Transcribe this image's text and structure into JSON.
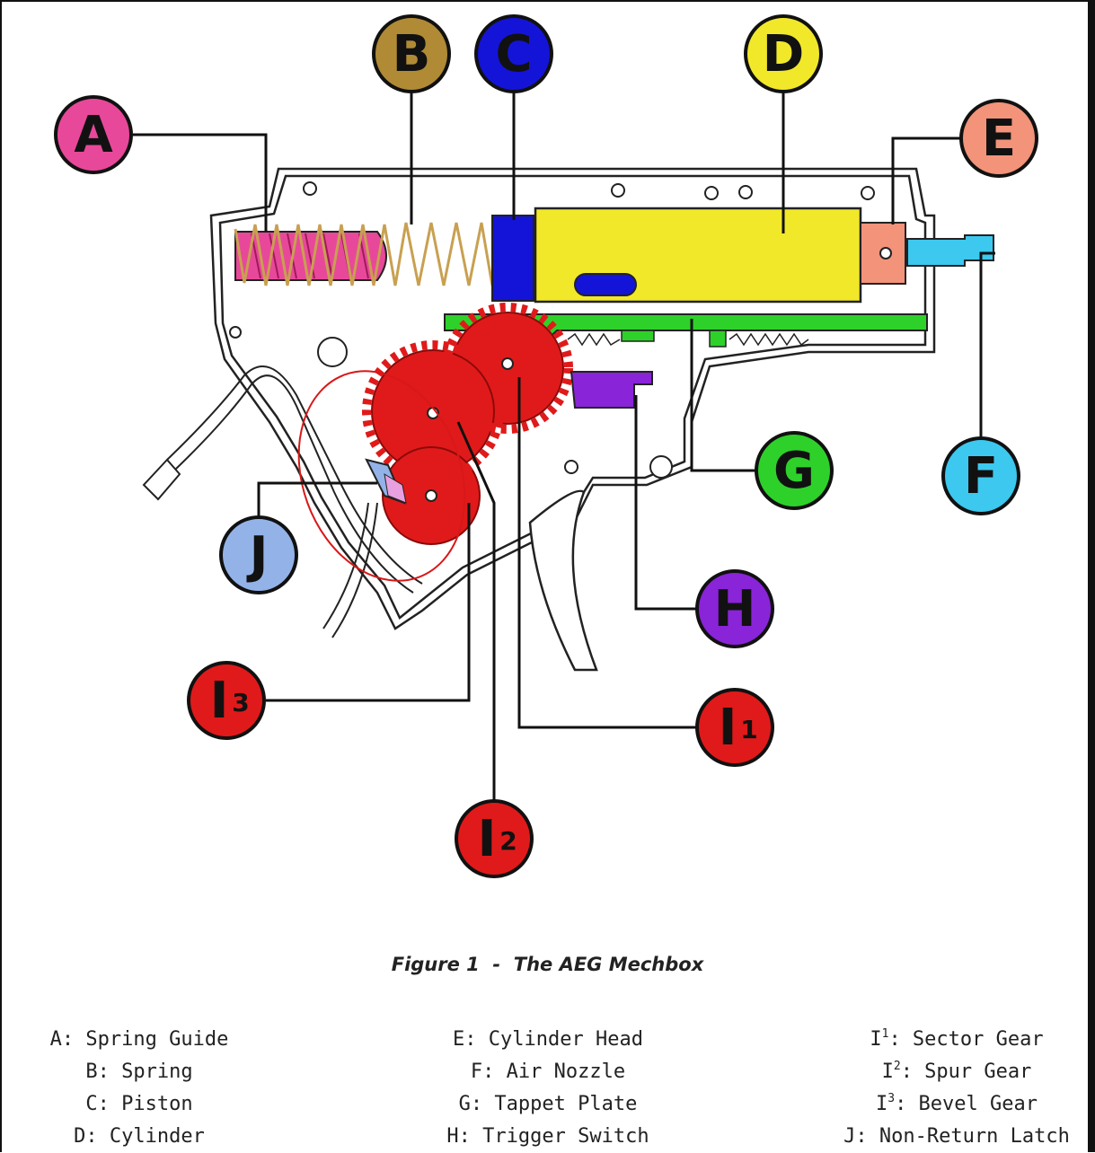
{
  "figure": {
    "caption": "Figure 1  -  The AEG Mechbox"
  },
  "callouts": [
    {
      "id": "A",
      "letter": "A",
      "sub": "",
      "color": "#e8489a"
    },
    {
      "id": "B",
      "letter": "B",
      "sub": "",
      "color": "#b08a35"
    },
    {
      "id": "C",
      "letter": "C",
      "sub": "",
      "color": "#1414d8"
    },
    {
      "id": "D",
      "letter": "D",
      "sub": "",
      "color": "#f2e82a"
    },
    {
      "id": "E",
      "letter": "E",
      "sub": "",
      "color": "#f2937a"
    },
    {
      "id": "F",
      "letter": "F",
      "sub": "",
      "color": "#3cc8ef"
    },
    {
      "id": "G",
      "letter": "G",
      "sub": "",
      "color": "#2ed12a"
    },
    {
      "id": "H",
      "letter": "H",
      "sub": "",
      "color": "#8a24d8"
    },
    {
      "id": "I1",
      "letter": "I",
      "sub": "1",
      "color": "#e01a1a"
    },
    {
      "id": "I2",
      "letter": "I",
      "sub": "2",
      "color": "#e01a1a"
    },
    {
      "id": "I3",
      "letter": "I",
      "sub": "3",
      "color": "#e01a1a"
    },
    {
      "id": "J",
      "letter": "J",
      "sub": "",
      "color": "#93b3e8"
    }
  ],
  "legend": {
    "col1": [
      "A: Spring Guide",
      "B: Spring",
      "C: Piston",
      "D: Cylinder"
    ],
    "col2": [
      "E: Cylinder Head",
      "F: Air Nozzle",
      "G: Tappet Plate",
      "H: Trigger Switch"
    ],
    "col3": [
      {
        "prefix": "I",
        "sup": "1",
        "rest": ": Sector Gear"
      },
      {
        "prefix": "I",
        "sup": "2",
        "rest": ": Spur Gear"
      },
      {
        "prefix": "I",
        "sup": "3",
        "rest": ": Bevel Gear"
      },
      {
        "prefix": "J: Non-Return Latch",
        "sup": "",
        "rest": ""
      }
    ]
  },
  "colors": {
    "spring_guide": "#e8489a",
    "spring": "#c8a050",
    "piston": "#1414d8",
    "cylinder": "#f2e82a",
    "cylinder_head": "#f2937a",
    "air_nozzle": "#3cc8ef",
    "tappet_plate": "#2ed12a",
    "trigger_switch": "#8a24d8",
    "gears": "#e01a1a",
    "latch": "#93b3e8",
    "highlight_circle": "#d81818",
    "outline": "#222222"
  }
}
